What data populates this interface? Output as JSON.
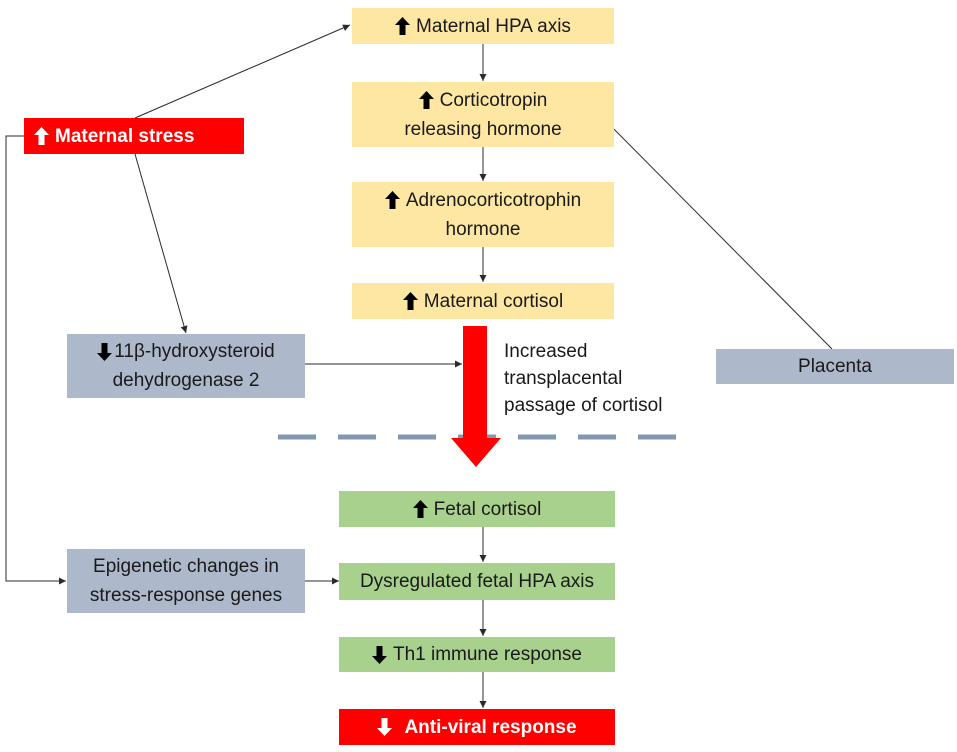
{
  "nodes": {
    "maternal_hpa": {
      "arrow": "up",
      "text": "Maternal HPA axis"
    },
    "crh": {
      "arrow": "up",
      "line1": "Corticotropin",
      "line2": "releasing hormone"
    },
    "acth": {
      "arrow": "up",
      "line1": "Adrenocorticotrophin",
      "line2": "hormone"
    },
    "maternal_cortisol": {
      "arrow": "up",
      "text": "Maternal cortisol"
    },
    "maternal_stress": {
      "arrow": "up",
      "text": "Maternal stress"
    },
    "hsd": {
      "arrow": "down",
      "line1": "11β-hydroxysteroid",
      "line2": "dehydrogenase 2"
    },
    "placenta": {
      "text": "Placenta"
    },
    "fetal_cortisol": {
      "arrow": "up",
      "text": "Fetal cortisol"
    },
    "epigenetic": {
      "line1": "Epigenetic changes in",
      "line2": "stress-response genes"
    },
    "fetal_hpa": {
      "text": "Dysregulated fetal HPA axis"
    },
    "th1": {
      "arrow": "down",
      "text": "Th1 immune response"
    },
    "antiviral": {
      "arrow": "down",
      "text": "Anti-viral response"
    }
  },
  "annotation": {
    "line1": "Increased",
    "line2": "transplacental",
    "line3": "passage of cortisol"
  },
  "colors": {
    "maternal_box": "#fde7a2",
    "fetal_box": "#a9d18e",
    "modifier_box": "#adb9ca",
    "alert_box": "#ff0000",
    "big_arrow": "#ff0000",
    "divider": "#8497b0"
  }
}
